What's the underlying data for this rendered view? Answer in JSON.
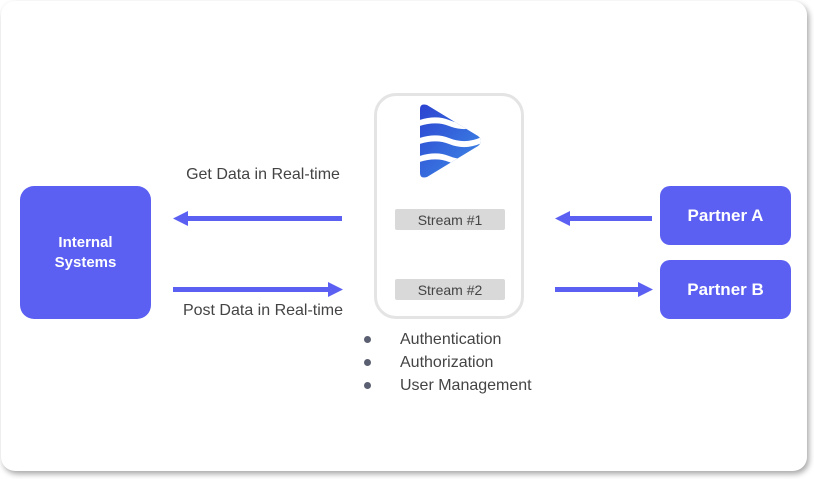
{
  "internal_box": {
    "label": "Internal Systems"
  },
  "partners": [
    {
      "label": "Partner A"
    },
    {
      "label": "Partner B"
    }
  ],
  "hub": {
    "logo_icon": "wave-stack-play-logo",
    "streams": [
      "Stream #1",
      "Stream #2"
    ]
  },
  "flows": {
    "get_label": "Get Data in Real-time",
    "post_label": "Post Data in Real-time"
  },
  "features": [
    "Authentication",
    "Authorization",
    "User Management"
  ],
  "colors": {
    "accent": "#5b5ff2",
    "stream_bg": "#d9d9d9",
    "hub_border": "#e4e4e4",
    "logo_dark": "#2b3fcf",
    "logo_light": "#3f8fe8",
    "text": "#444444"
  }
}
